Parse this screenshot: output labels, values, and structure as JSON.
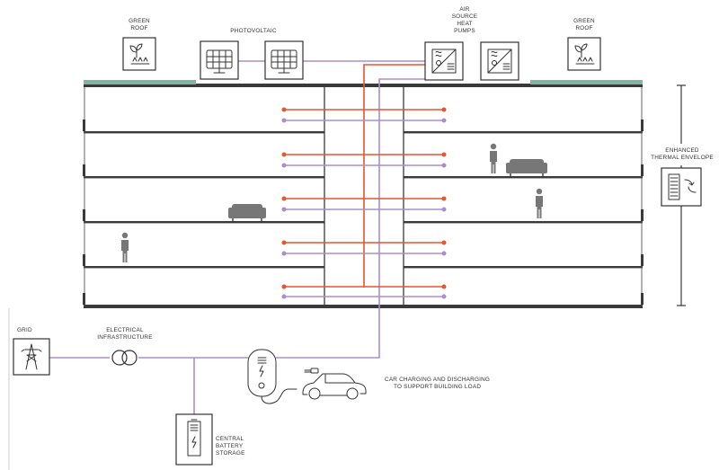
{
  "labels": {
    "green_roof_left": [
      "GREEN",
      "ROOF"
    ],
    "photovoltaic": "PHOTOVOLTAIC",
    "heat_pumps": [
      "AIR",
      "SOURCE",
      "HEAT",
      "PUMPS"
    ],
    "green_roof_right": [
      "GREEN",
      "ROOF"
    ],
    "thermal_envelope": [
      "ENHANCED",
      "THERMAL ENVELOPE"
    ],
    "grid": "GRID",
    "electrical_infrastructure": [
      "ELECTRICAL",
      "INFRASTRUCTURE"
    ],
    "car_charging": [
      "CAR CHARGING AND DISCHARGING",
      "TO SUPPORT BUILDING LOAD"
    ],
    "battery": [
      "CENTRAL",
      "BATTERY",
      "STORAGE"
    ]
  },
  "colors": {
    "heating_pipes": "#e8552f",
    "electric_lines": "#a98dd4",
    "structure": "#3a3a3a",
    "green_roof": "#7fb7a3",
    "figure": "#777777"
  },
  "icons": [
    "leaf-plant-icon",
    "solar-panel-icon",
    "heat-pump-icon",
    "thermal-envelope-icon",
    "pylon-icon",
    "transformer-icon",
    "battery-icon",
    "ev-charger-icon",
    "electric-car-icon",
    "person-icon",
    "sofa-icon"
  ]
}
